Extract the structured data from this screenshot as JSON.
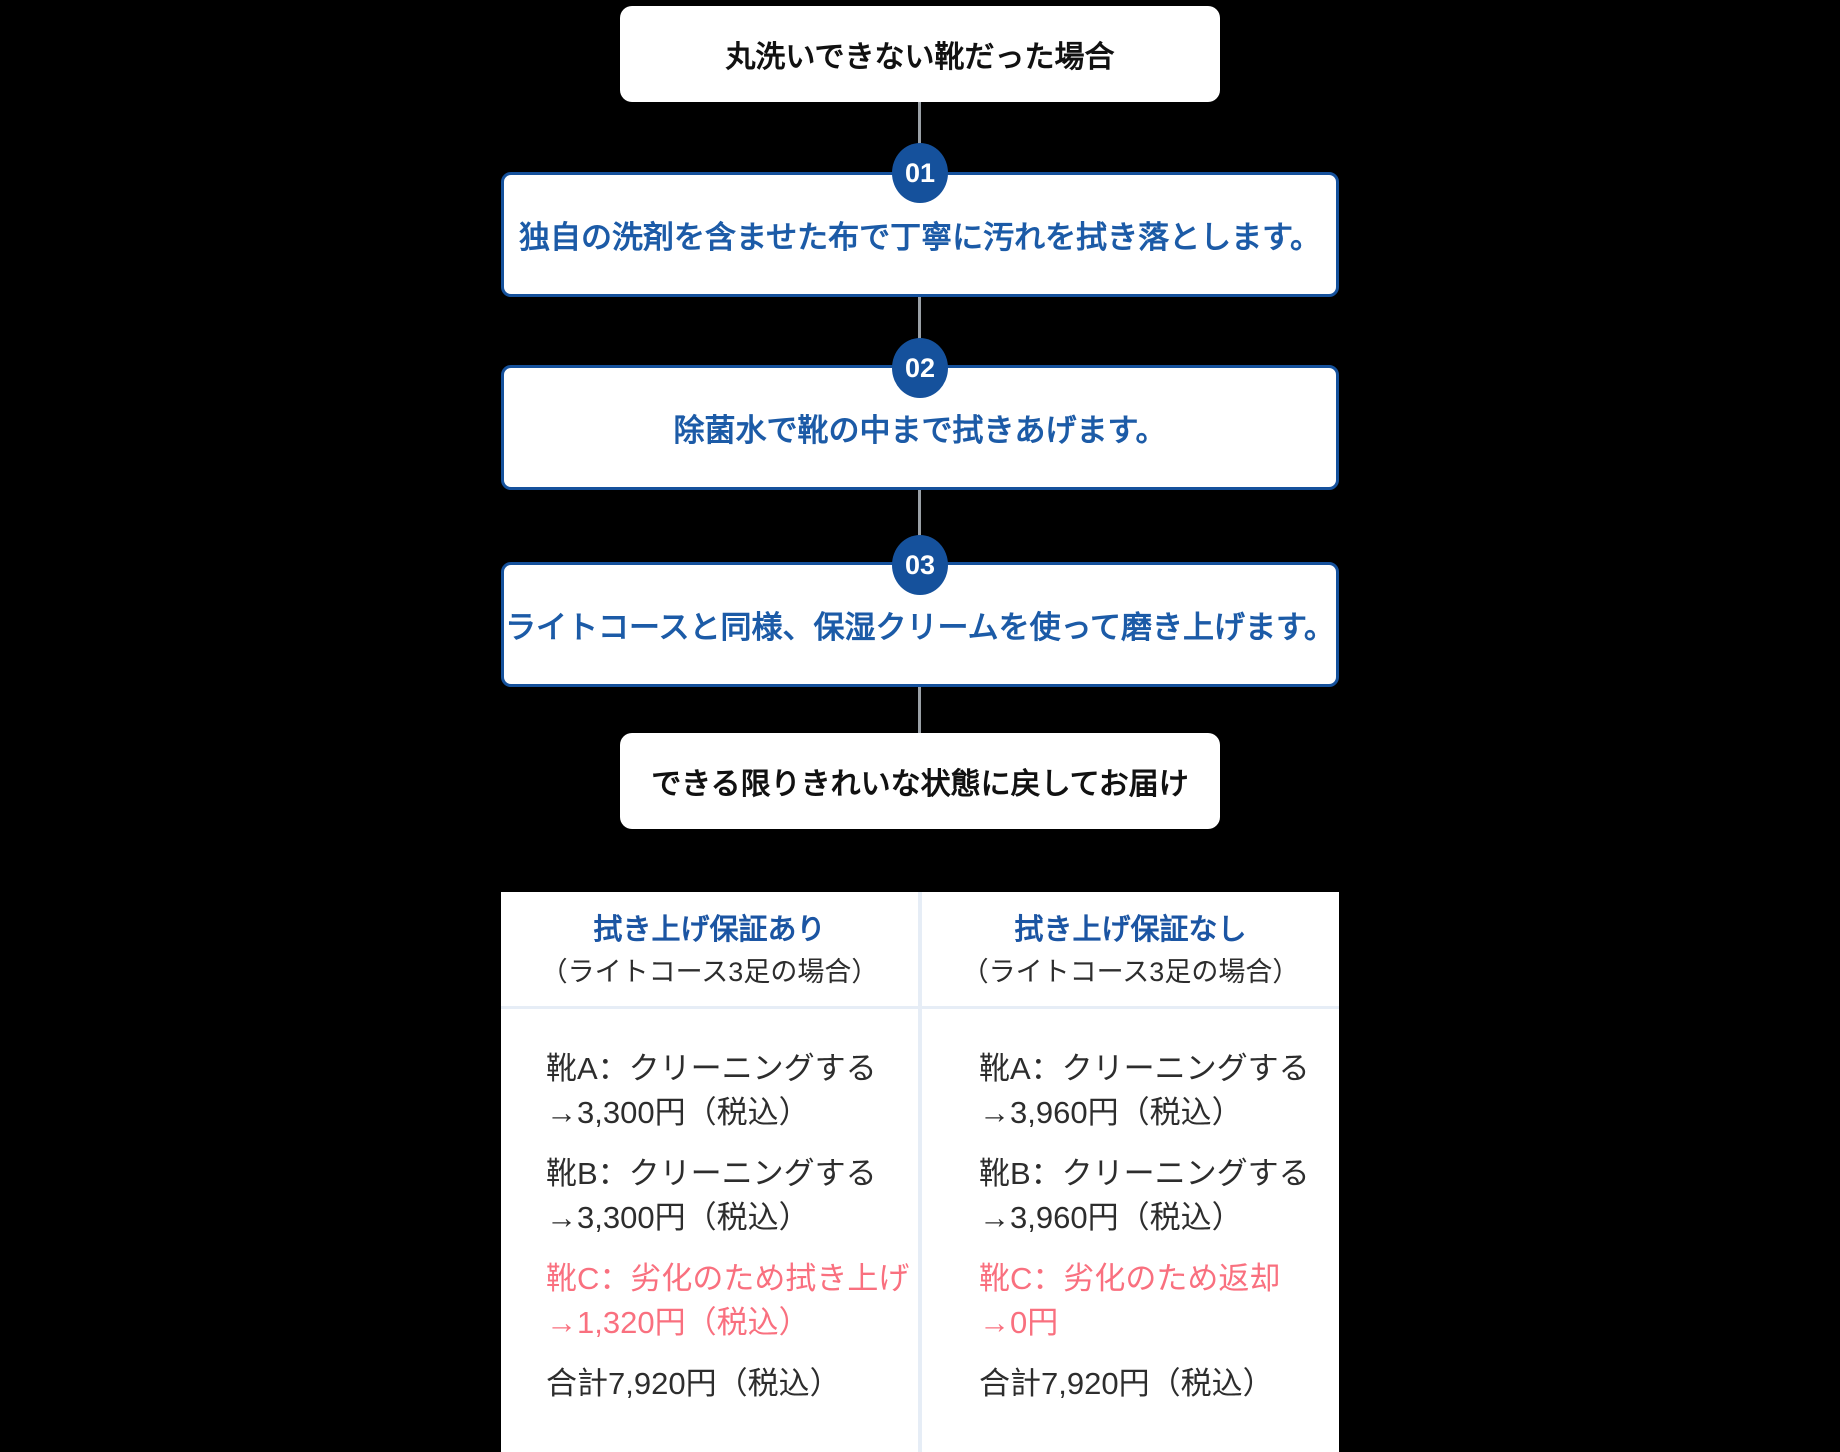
{
  "colors": {
    "page_bg": "#000000",
    "primary_blue": "#15519c",
    "step_text_blue": "#1c5ba7",
    "header_blue": "#1b55a3",
    "pink": "#f9707f",
    "dark_text": "#2d2d2d",
    "box_text_black": "#111111",
    "divider_light_blue": "#e6edf6",
    "connector_gray": "#9aa0a6",
    "box_bg": "#ffffff"
  },
  "flow": {
    "start": "丸洗いできない靴だった場合",
    "steps": [
      {
        "num": "01",
        "text": "独自の洗剤を含ませた布で丁寧に汚れを拭き落とします。"
      },
      {
        "num": "02",
        "text": "除菌水で靴の中まで拭きあげます。"
      },
      {
        "num": "03",
        "text": "ライトコースと同様、保湿クリームを使って磨き上げます。"
      }
    ],
    "end": "できる限りきれいな状態に戻してお届け"
  },
  "table": {
    "columns": [
      {
        "title": "拭き上げ保証あり",
        "subtitle": "（ライトコース3足の場合）",
        "rows": [
          {
            "lines": [
              "靴A：クリーニングする",
              "→3,300円（税込）"
            ]
          },
          {
            "lines": [
              "靴B：クリーニングする",
              "→3,300円（税込）"
            ]
          },
          {
            "lines": [
              "靴C：劣化のため拭き上げ",
              "→1,320円（税込）"
            ]
          },
          {
            "lines": [
              "合計7,920円（税込）"
            ]
          }
        ]
      },
      {
        "title": "拭き上げ保証なし",
        "subtitle": "（ライトコース3足の場合）",
        "rows": [
          {
            "lines": [
              "靴A：クリーニングする",
              "→3,960円（税込）"
            ]
          },
          {
            "lines": [
              "靴B：クリーニングする",
              "→3,960円（税込）"
            ]
          },
          {
            "lines": [
              "靴C：劣化のため返却",
              "→0円"
            ]
          },
          {
            "lines": [
              "合計7,920円（税込）"
            ]
          }
        ]
      }
    ]
  }
}
